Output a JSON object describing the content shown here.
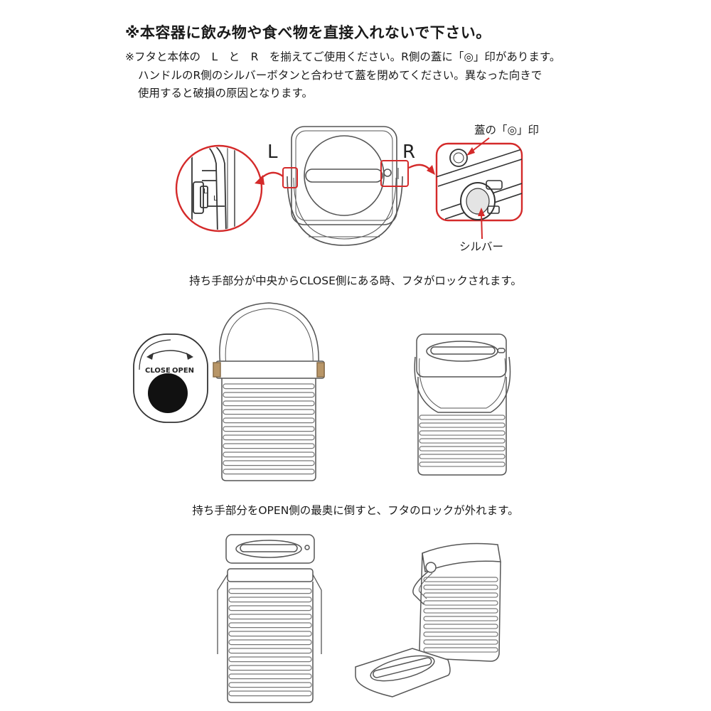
{
  "warning": "※本容器に飲み物や食べ物を直接入れないで下さい。",
  "notes": [
    "※フタと本体の　L　と　R　を揃えてご使用ください。R側の蓋に「◎」印があります。",
    "ハンドルのR側のシルバーボタンと合わせて蓋を閉めてください。異なった向きで",
    "使用すると破損の原因となります。"
  ],
  "figure1": {
    "left_letter": "L",
    "right_letter": "R",
    "inset_letter": "L",
    "lid_mark_label": "蓋の「◎」印",
    "silver_label": "シルバー"
  },
  "caption_close": "持ち手部分が中央からCLOSE側にある時、フタがロックされます。",
  "figure2": {
    "close_label": "CLOSE",
    "open_label": "OPEN"
  },
  "caption_open": "持ち手部分をOPEN側の最奥に倒すと、フタのロックが外れます。",
  "colors": {
    "callout_red": "#d42a2a",
    "line_gray": "#555555",
    "button_tan": "#b89668"
  }
}
